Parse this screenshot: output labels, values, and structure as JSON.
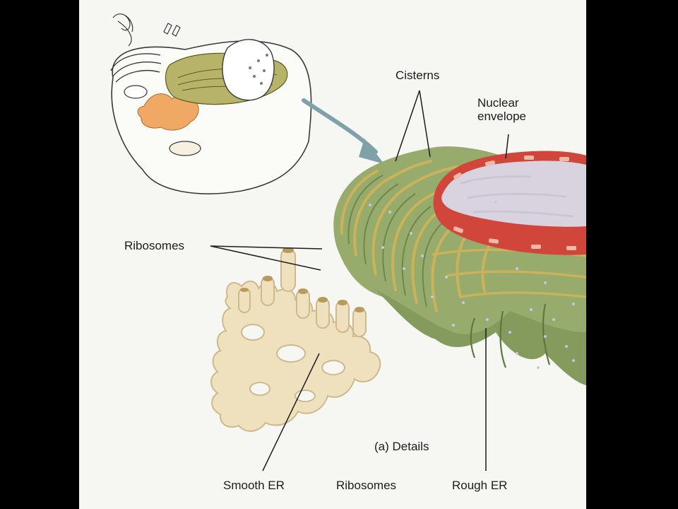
{
  "labels": {
    "cisterns": "Cisterns",
    "nuclear_envelope_line1": "Nuclear",
    "nuclear_envelope_line2": "envelope",
    "ribosomes_left": "Ribosomes",
    "details_caption": "(a) Details",
    "smooth_er": "Smooth ER",
    "ribosomes_bottom": "Ribosomes",
    "rough_er": "Rough ER"
  },
  "colors": {
    "background": "#000000",
    "page": "#f6f6f3",
    "rough_er": "#97ab6c",
    "rough_er_dark": "#6f8a4c",
    "rough_er_edge": "#c9b25a",
    "smooth_er": "#efe1bd",
    "smooth_er_shadow": "#cdb98c",
    "nuclear_envelope": "#d0463a",
    "nucleoplasm": "#d9d3df",
    "highlight_cell_er": "#9c9a4e",
    "highlight_golgi": "#f0a964",
    "arrow": "#7fa2a8"
  }
}
